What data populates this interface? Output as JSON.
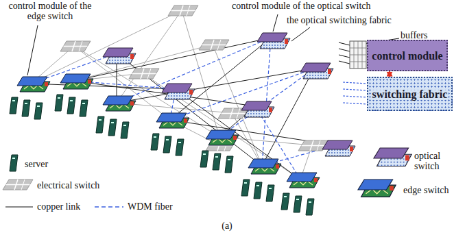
{
  "diagram": {
    "caption": "(a)",
    "nodes": [
      {
        "text": [
          "control module"
        ]
      },
      {
        "text": [
          "switching fabric"
        ]
      }
    ],
    "edges": [
      {
        "from": 0,
        "to": 1,
        "arrow": "both"
      }
    ],
    "labels": [
      "control module of the edge switch",
      "control module of the optical switch",
      "the optical switching fabric",
      "buffers"
    ],
    "legend": [
      {
        "text": "server"
      },
      {
        "text": "electrical switch"
      },
      {
        "text": "copper link"
      },
      {
        "text": "WDM fiber"
      },
      {
        "text": "optical switch"
      },
      {
        "text": "edge switch"
      }
    ]
  }
}
